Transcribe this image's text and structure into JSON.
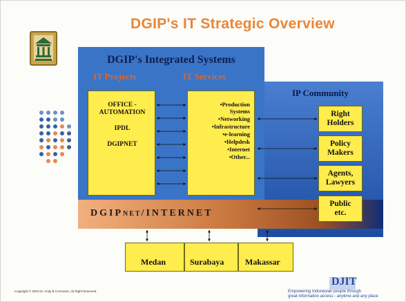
{
  "slide_title": "DGIP's IT Strategic Overview",
  "integrated_systems": {
    "title": "DGIP's Integrated Systems",
    "it_projects_label": "IT Projects",
    "it_services_label": "IT Services"
  },
  "it_projects": {
    "items": [
      "OFFICE -",
      "AUTOMATION",
      "IPDL",
      "DGIPNET"
    ]
  },
  "it_services": {
    "items": [
      "•Production",
      "Systems",
      "•Networking",
      "•Infrastructure",
      "•e-learning",
      "•Helpdesk",
      "•Internet",
      "•Other..."
    ]
  },
  "ip_community": {
    "title": "IP Community",
    "boxes": [
      {
        "line1": "Right",
        "line2": "Holders"
      },
      {
        "line1": "Policy",
        "line2": "Makers"
      },
      {
        "line1": "Agents,",
        "line2": "Lawyers"
      },
      {
        "line1": "Public",
        "line2": "etc."
      }
    ]
  },
  "network_strip": {
    "part1": "DGIP",
    "part2": "NET",
    "part3": "/INTERNET"
  },
  "regional_offices": [
    "Medan",
    "Surabaya",
    "Makassar"
  ],
  "footer": {
    "copyright": "Copyright © 2003 Dr. Andy B Cormoran, All Right Reserved",
    "brand": "DJIT",
    "tagline_1": "Empowering Indonesian people through",
    "tagline_2": "great information access - anytime and any place"
  },
  "colors": {
    "title_orange": "#e8863a",
    "panel_blue": "#3a74c7",
    "box_yellow": "#ffec4d",
    "label_orange": "#d86a30"
  }
}
